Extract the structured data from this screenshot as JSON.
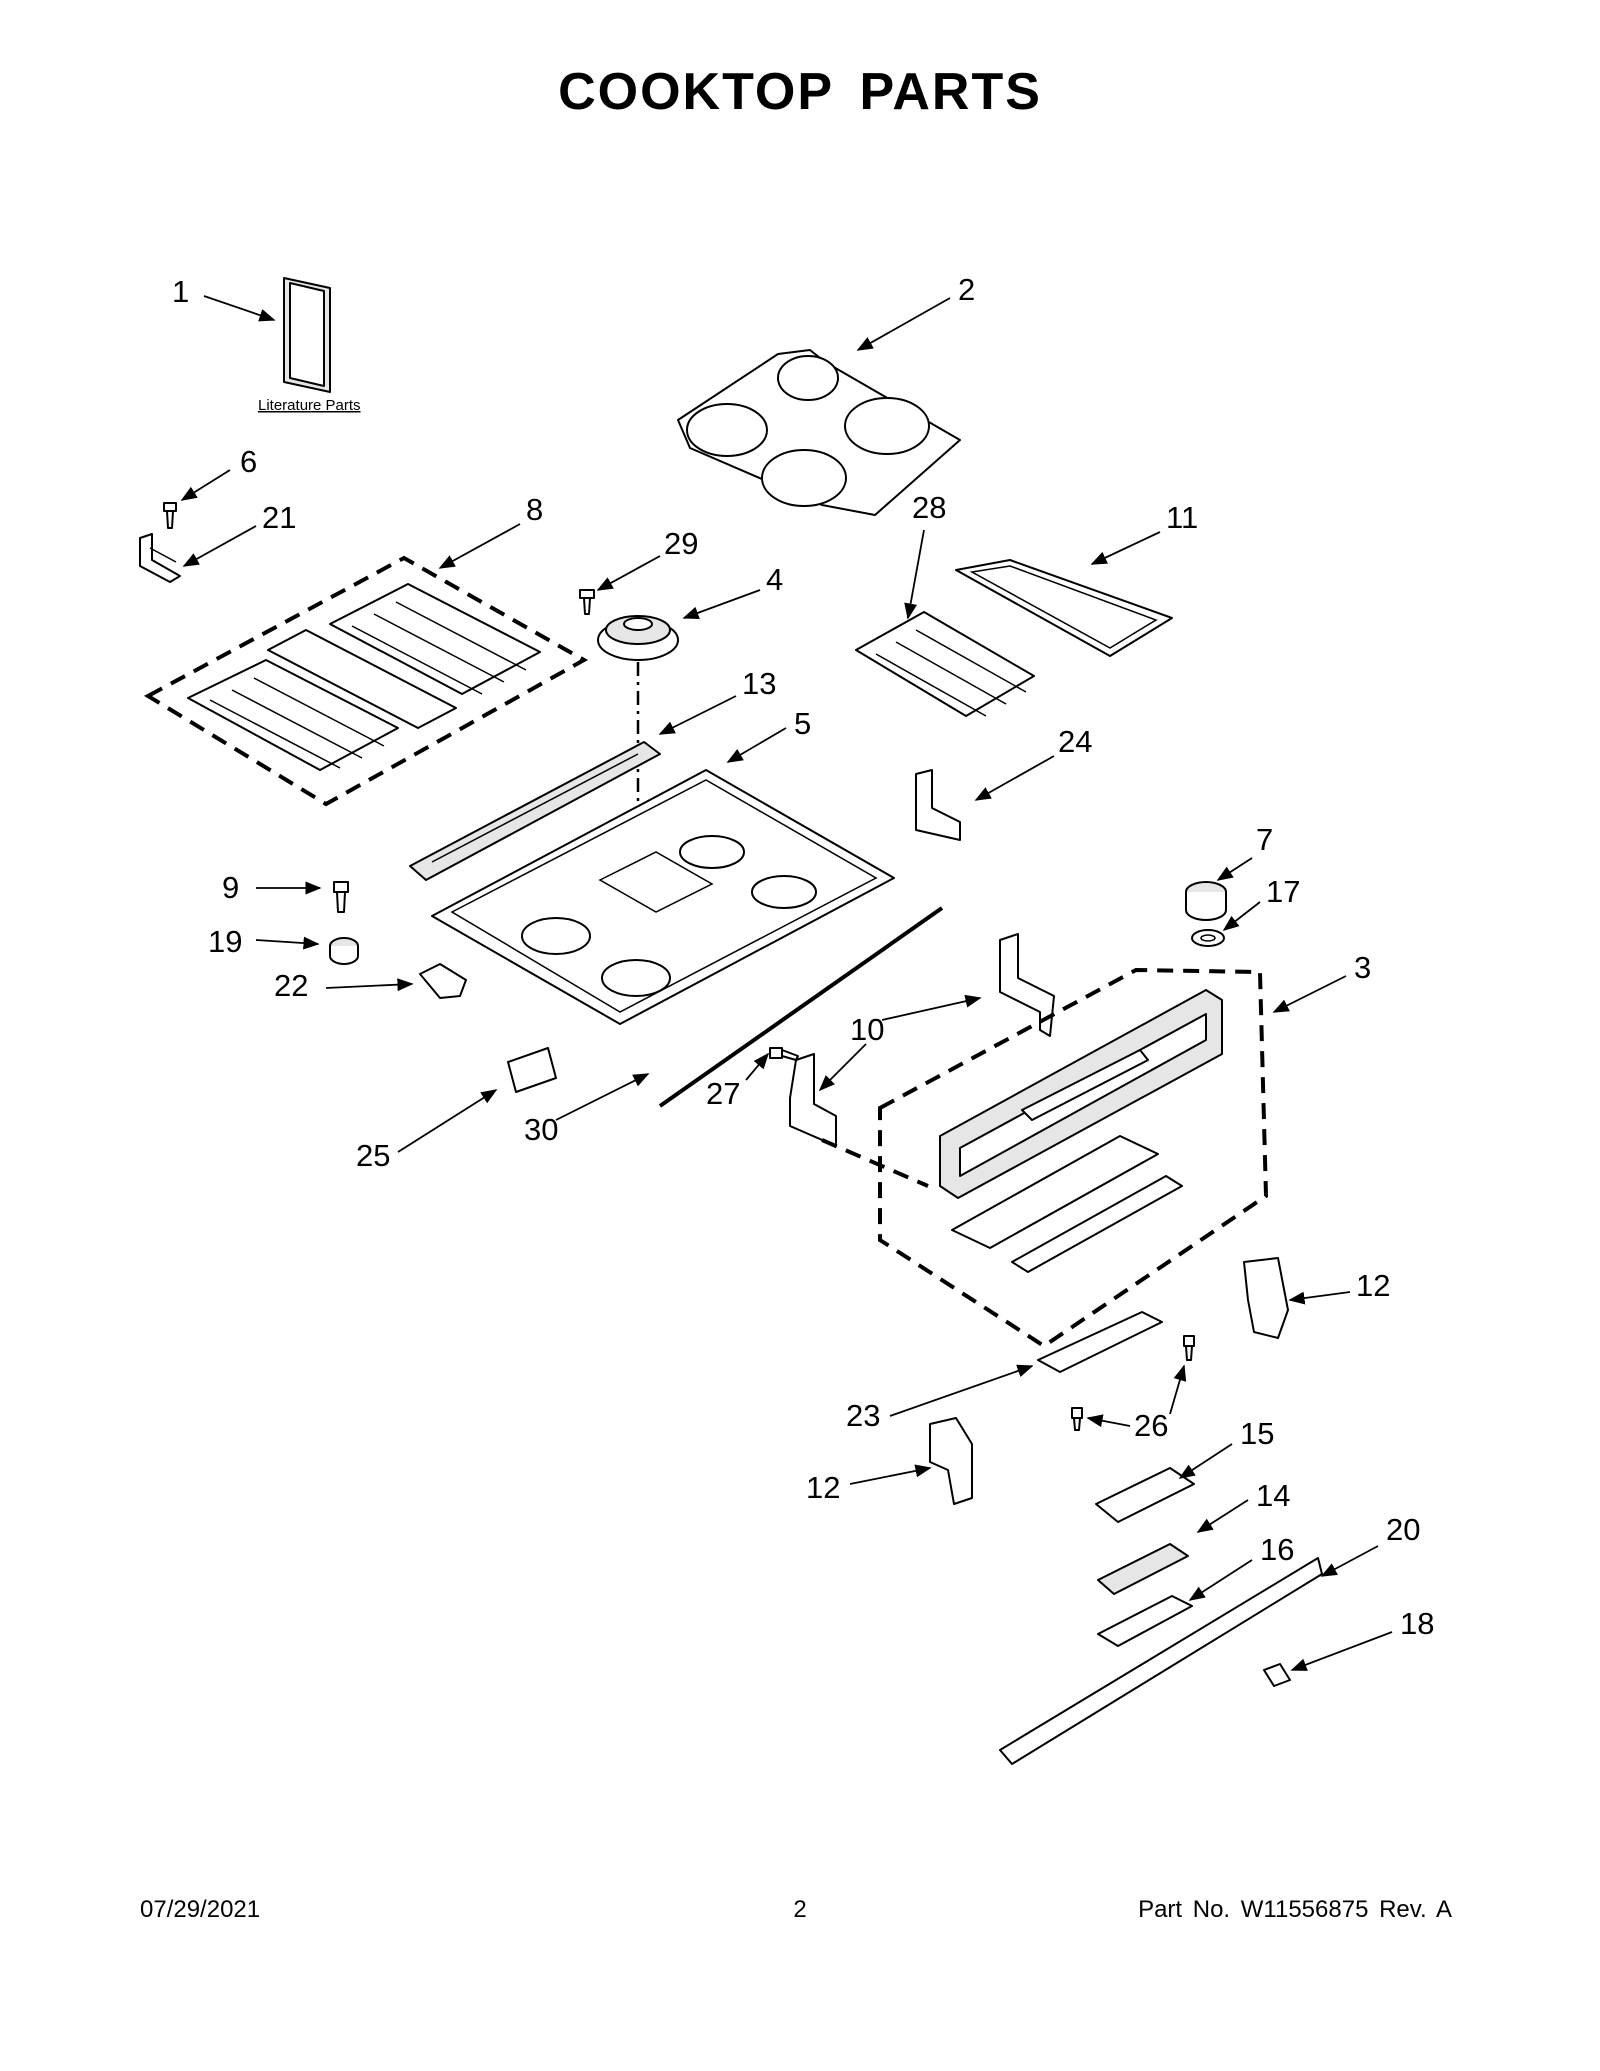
{
  "title": "COOKTOP  PARTS",
  "literature_label": "Literature Parts",
  "footer": {
    "date": "07/29/2021",
    "page": "2",
    "part_no": "Part No.  W11556875  Rev.  A"
  },
  "callouts": {
    "c1": "1",
    "c2": "2",
    "c3": "3",
    "c4": "4",
    "c5": "5",
    "c6": "6",
    "c7": "7",
    "c8": "8",
    "c9": "9",
    "c10": "10",
    "c11": "11",
    "c12a": "12",
    "c12b": "12",
    "c13": "13",
    "c14": "14",
    "c15": "15",
    "c16": "16",
    "c17": "17",
    "c18": "18",
    "c19": "19",
    "c20": "20",
    "c21": "21",
    "c22": "22",
    "c23": "23",
    "c24": "24",
    "c25": "25",
    "c26": "26",
    "c27": "27",
    "c28": "28",
    "c29": "29",
    "c30": "30"
  }
}
